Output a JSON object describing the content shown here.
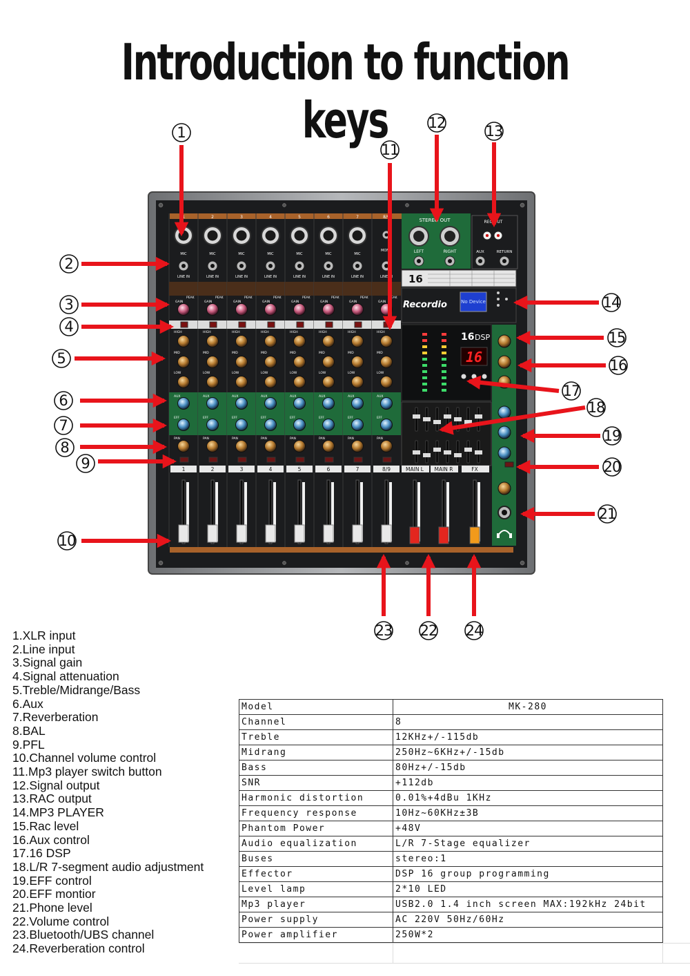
{
  "title": "Introduction to function keys",
  "callouts": [
    "1",
    "2",
    "3",
    "4",
    "5",
    "6",
    "7",
    "8",
    "9",
    "10",
    "11",
    "12",
    "13",
    "14",
    "15",
    "16",
    "17",
    "18",
    "19",
    "20",
    "21",
    "22",
    "23",
    "24"
  ],
  "mixer": {
    "channel_labels": [
      "1",
      "2",
      "3",
      "4",
      "5",
      "6",
      "7",
      "8/9"
    ],
    "master_labels": [
      "MAIN L",
      "MAIN R",
      "FX"
    ],
    "input_labels": {
      "mic": "MIC",
      "line": "LINE IN",
      "mono": "MONO"
    },
    "knob_labels": {
      "gain": "GAIN",
      "peak": "PEAK",
      "high": "HIGH",
      "mid": "MID",
      "low": "LOW",
      "aux": "AUX",
      "eff": "EFF",
      "pan": "PAN"
    },
    "stereo_out": "STEREO OUT",
    "left": "LEFT",
    "right": "RIGHT",
    "rec_out": "REC OUT",
    "aux": "AUX",
    "return": "RETURN",
    "recordio_logo": "Recordio",
    "mp3_screen": "No Device",
    "dsp_badge": "16",
    "dsp_label": "DSP",
    "dsp_display": "16",
    "channel_strip_marks": "8/9"
  },
  "functions": [
    "1.XLR input",
    "2.Line input",
    "3.Signal gain",
    "4.Signal attenuation",
    "5.Treble/Midrange/Bass",
    "6.Aux",
    "7.Reverberation",
    "8.BAL",
    "9.PFL",
    "10.Channel volume control",
    "11.Mp3 player switch button",
    "12.Signal output",
    "13.RAC output",
    "14.MP3 PLAYER",
    "15.Rac level",
    "16.Aux control",
    "17.16 DSP",
    "18.L/R 7-segment audio adjustment",
    "19.EFF control",
    "20.EFF montior",
    "21.Phone level",
    "22.Volume control",
    "23.Bluetooth/UBS channel",
    "24.Reverberation control"
  ],
  "specs": [
    {
      "key": "Model",
      "value": "MK-280"
    },
    {
      "key": "Channel",
      "value": "8"
    },
    {
      "key": "Treble",
      "value": "12KHz+/-115db"
    },
    {
      "key": "Midrang",
      "value": "250Hz~6KHz+/-15db"
    },
    {
      "key": "Bass",
      "value": "80Hz+/-15db"
    },
    {
      "key": "SNR",
      "value": " +112db"
    },
    {
      "key": "Harmonic distortion",
      "value": "0.01%+4dBu 1KHz"
    },
    {
      "key": "Frequency response",
      "value": "10Hz~60KHz±3B"
    },
    {
      "key": "Phantom Power",
      "value": " +48V"
    },
    {
      "key": "Audio equalization",
      "value": "L/R 7-Stage equalizer"
    },
    {
      "key": "Buses",
      "value": "stereo:1"
    },
    {
      "key": "Effector",
      "value": "DSP 16 group programming"
    },
    {
      "key": "Level lamp",
      "value": "2*10 LED"
    },
    {
      "key": "Mp3 player",
      "value": "USB2.0 1.4 inch screen MAX:192kHz 24bit"
    },
    {
      "key": "Power supply",
      "value": "AC 220V 50Hz/60Hz"
    },
    {
      "key": "Power amplifier",
      "value": "250W*2"
    }
  ],
  "colors": {
    "arrow": "#e8141b",
    "panel": "#1b1c1e",
    "green": "#1f6b3a",
    "wood": "#a8622a",
    "frame": "#8b8d90"
  }
}
